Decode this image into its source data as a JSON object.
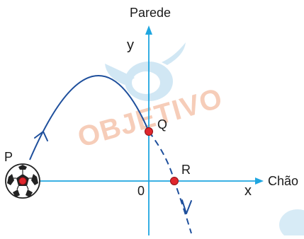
{
  "labels": {
    "wall": "Parede",
    "y_axis": "y",
    "floor": "Chão",
    "x_axis": "x",
    "origin": "0",
    "point_p": "P",
    "point_q": "Q",
    "point_r": "R"
  },
  "watermark": {
    "text": "OBJETIVO"
  },
  "colors": {
    "axis": "#1fa6e0",
    "trajectory": "#1e4f9c",
    "point_fill": "#e0262d",
    "watermark": "#f4c9b5",
    "watermark_logo": "#c9e3f2",
    "text": "#1a1a1a"
  }
}
